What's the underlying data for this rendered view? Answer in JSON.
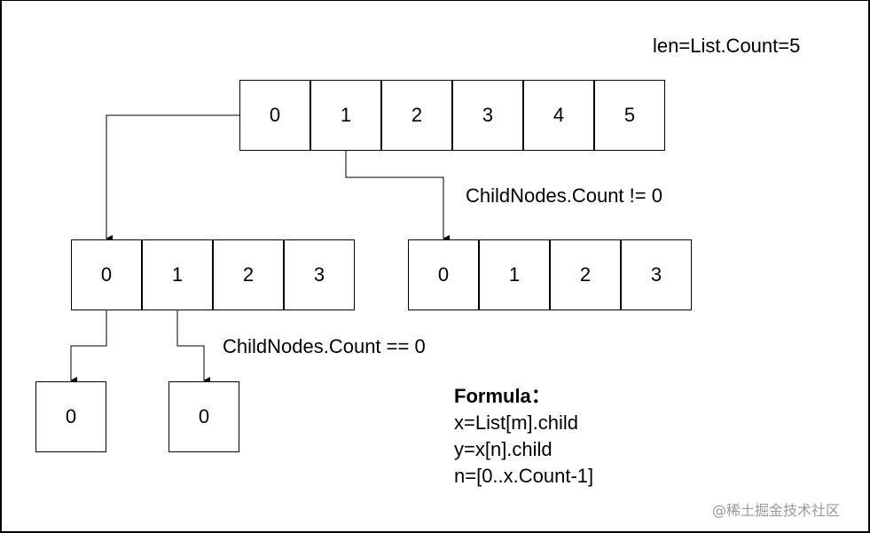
{
  "diagram": {
    "len_label": "len=List.Count=5",
    "root_list": {
      "cells": [
        "0",
        "1",
        "2",
        "3",
        "4",
        "5"
      ]
    },
    "child_list_left": {
      "cells": [
        "0",
        "1",
        "2",
        "3"
      ]
    },
    "child_list_right": {
      "cells": [
        "0",
        "1",
        "2",
        "3"
      ]
    },
    "leaf_nodes": [
      {
        "value": "0"
      },
      {
        "value": "0"
      }
    ],
    "annotations": {
      "childnodes_not_zero": "ChildNodes.Count != 0",
      "childnodes_zero": "ChildNodes.Count == 0"
    },
    "formula": {
      "title": "Formula：",
      "lines": [
        "x=List[m].child",
        "y=x[n].child",
        "n=[0..x.Count-1]"
      ]
    },
    "watermark": "@稀土掘金技术社区",
    "colors": {
      "stroke": "#000000",
      "background": "#ffffff",
      "watermark": "#9a9a9a"
    }
  }
}
